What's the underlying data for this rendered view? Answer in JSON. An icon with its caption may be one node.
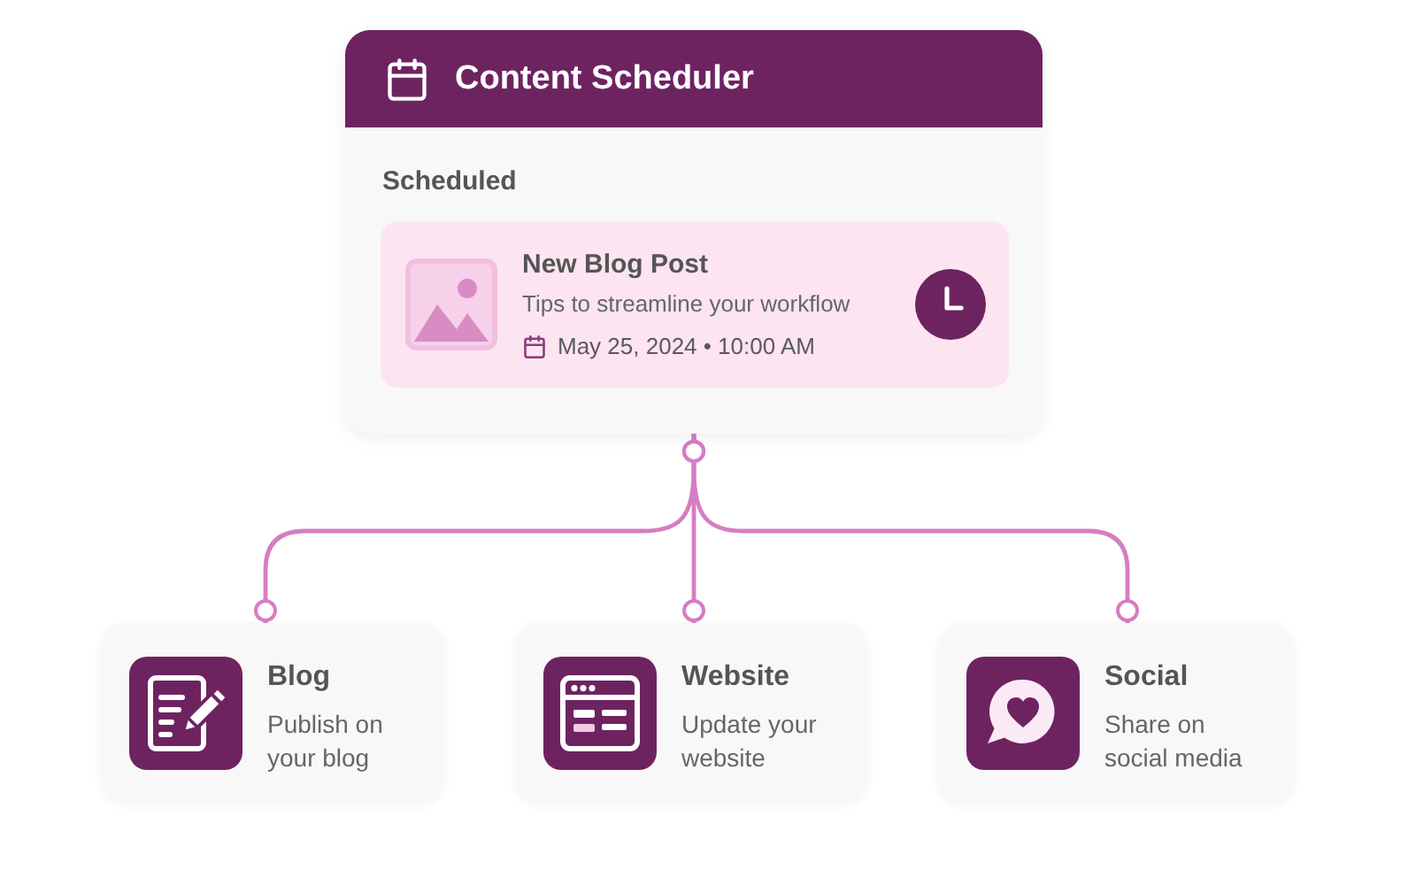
{
  "diagram": {
    "nodes": [
      {
        "text": [
          "Content Scheduler",
          "Scheduled"
        ]
      },
      {
        "text": [
          "New Blog Post",
          "Tips to streamline your workflow",
          "May 25, 2024 • 10:00 AM"
        ],
        "in": 0
      },
      {
        "text": [
          "Blog",
          "Publish on your blog"
        ]
      },
      {
        "text": [
          "Website",
          "Update your website"
        ]
      },
      {
        "text": [
          "Social",
          "Share on social media"
        ]
      }
    ],
    "edges": [
      {
        "from": 0,
        "to": 2,
        "arrow": "other"
      },
      {
        "from": 0,
        "to": 3,
        "arrow": "other"
      },
      {
        "from": 0,
        "to": 4,
        "arrow": "other"
      }
    ]
  }
}
